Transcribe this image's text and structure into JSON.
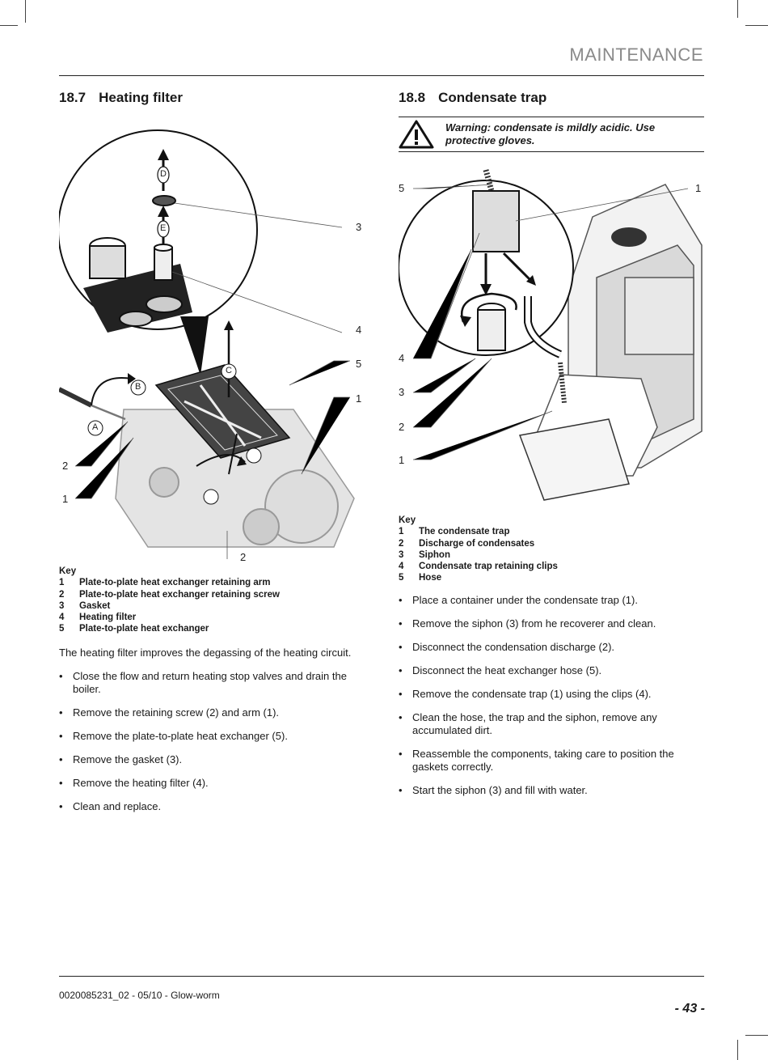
{
  "header": {
    "section_title": "MAINTENANCE"
  },
  "left": {
    "number": "18.7",
    "title": "Heating filter",
    "figure_labels": {
      "callouts": [
        "3",
        "4",
        "5",
        "1",
        "2",
        "1",
        "2"
      ],
      "markers": [
        "A",
        "B",
        "C",
        "D",
        "E"
      ]
    },
    "key_title": "Key",
    "key": [
      {
        "num": "1",
        "text": "Plate-to-plate heat exchanger retaining arm"
      },
      {
        "num": "2",
        "text": "Plate-to-plate heat exchanger retaining screw"
      },
      {
        "num": "3",
        "text": "Gasket"
      },
      {
        "num": "4",
        "text": "Heating filter"
      },
      {
        "num": "5",
        "text": "Plate-to-plate heat exchanger"
      }
    ],
    "intro": "The heating filter improves the degassing of the heating circuit.",
    "steps": [
      "Close the flow and return heating stop valves and drain the boiler.",
      "Remove the retaining screw (2) and arm (1).",
      "Remove the plate-to-plate heat exchanger (5).",
      "Remove the gasket (3).",
      "Remove the heating filter (4).",
      "Clean and replace."
    ]
  },
  "right": {
    "number": "18.8",
    "title": "Condensate trap",
    "warning": "Warning: condensate is mildly acidic. Use protective gloves.",
    "figure_labels": {
      "callouts": [
        "5",
        "1",
        "4",
        "3",
        "2",
        "1"
      ]
    },
    "key_title": "Key",
    "key": [
      {
        "num": "1",
        "text": "The condensate trap"
      },
      {
        "num": "2",
        "text": "Discharge of condensates"
      },
      {
        "num": "3",
        "text": "Siphon"
      },
      {
        "num": "4",
        "text": "Condensate trap retaining clips"
      },
      {
        "num": "5",
        "text": "Hose"
      }
    ],
    "steps": [
      "Place a container under the condensate trap (1).",
      "Remove the siphon (3) from he recoverer and clean.",
      "Disconnect the condensation discharge (2).",
      "Disconnect the heat exchanger hose (5).",
      "Remove the condensate trap (1) using the clips (4).",
      "Clean the hose, the trap and the siphon, remove any accumulated dirt.",
      "Reassemble the components, taking care to position the gaskets correctly.",
      "Start the siphon (3) and fill with water."
    ]
  },
  "footer": {
    "doc_code": "0020085231_02 - 05/10 - Glow-worm",
    "page_number": "- 43 -"
  }
}
